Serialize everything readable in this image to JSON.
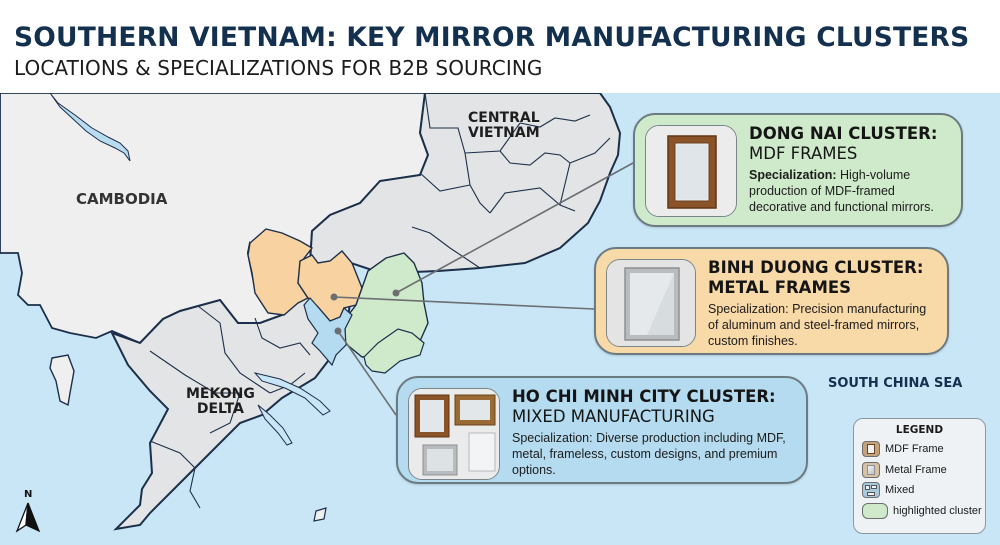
{
  "header": {
    "title": "SOUTHERN VIETNAM: KEY MIRROR MANUFACTURING CLUSTERS",
    "subtitle": "LOCATIONS & SPECIALIZATIONS FOR B2B SOURCING"
  },
  "map": {
    "labels": {
      "cambodia": "CAMBODIA",
      "central_line1": "CENTRAL",
      "central_line2": "VIETNAM",
      "mekong_line1": "MEKONG",
      "mekong_line2": "DELTA",
      "sea": "SOUTH CHINA SEA"
    },
    "colors": {
      "sea": "#c9e6f7",
      "land": "#efefef",
      "vietnam_land": "#e3e4e6",
      "mdf_region": "#cfeacb",
      "metal_region": "#f8d2a0",
      "mixed_region": "#b4dbef",
      "border": "#1c2f4a"
    },
    "compass": {
      "label": "N"
    }
  },
  "clusters": [
    {
      "id": "dong-nai",
      "title": "DONG NAI CLUSTER:",
      "subtitle": "MDF FRAMES",
      "desc_label": "Specialization:",
      "desc": "High-volume production of MDF-framed decorative and functional mirrors.",
      "color": "#cfeacb",
      "thumb": "mdf-mirror"
    },
    {
      "id": "binh-duong",
      "title": "BINH DUONG CLUSTER:",
      "subtitle": "METAL FRAMES",
      "desc_label": "Specialization:",
      "desc": "Precision manufacturing of aluminum and steel-framed mirrors, custom finishes.",
      "color": "#f8d9a8",
      "thumb": "metal-mirror"
    },
    {
      "id": "hcmc",
      "title": "HO CHI MINH CITY CLUSTER:",
      "subtitle": "MIXED MANUFACTURING",
      "desc_label": "Specialization:",
      "desc": "Diverse production including MDF, metal, frameless, custom designs, and premium options.",
      "color": "#b4dbef",
      "thumb": "mixed-mirrors"
    }
  ],
  "legend": {
    "title": "LEGEND",
    "items": [
      {
        "label": "MDF Frame",
        "icon": "mdf-frame-icon"
      },
      {
        "label": "Metal Frame",
        "icon": "metal-frame-icon"
      },
      {
        "label": "Mixed",
        "icon": "mixed-icon"
      },
      {
        "label": "highlighted cluster",
        "icon": "highlight-swatch",
        "color": "#cfeacb"
      }
    ]
  }
}
